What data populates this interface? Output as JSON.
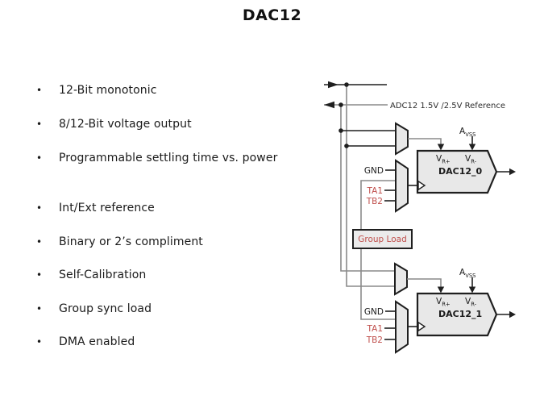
{
  "slide": {
    "title": "DAC12"
  },
  "bullets": [
    "12-Bit monotonic",
    "8/12-Bit voltage output",
    "Programmable settling time vs. power",
    "Int/Ext reference",
    "Binary or 2’s compliment",
    "Self-Calibration",
    "Group sync load",
    "DMA enabled"
  ],
  "diagram": {
    "ref_label": "ADC12 1.5V /2.5V Reference",
    "group_load_label": "Group Load",
    "gnd_label": "GND",
    "ta1_label": "TA1",
    "tb2_label": "TB2",
    "avss": {
      "base": "A",
      "sub": "VSS"
    },
    "vr_plus": {
      "base": "V",
      "sub": "R+"
    },
    "vr_minus": {
      "base": "V",
      "sub": "R-"
    },
    "dac0_label": "DAC12_0",
    "dac1_label": "DAC12_1"
  },
  "colors": {
    "accent_red": "#c0504d",
    "block_fill": "#e8e8e8",
    "line_gray": "#8a8a8a",
    "line_dark": "#1f1f1f"
  }
}
